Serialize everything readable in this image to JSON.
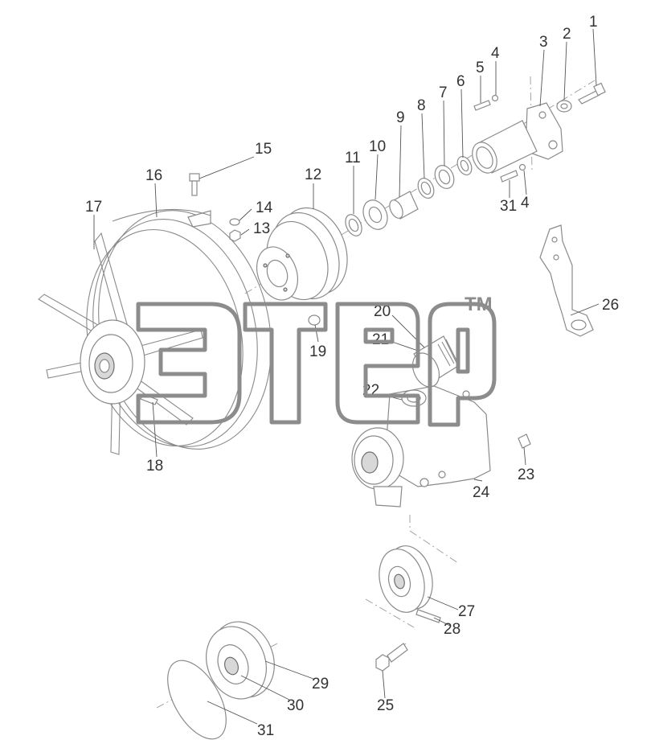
{
  "diagram": {
    "callouts": [
      {
        "id": "c1",
        "text": "1"
      },
      {
        "id": "c2",
        "text": "2"
      },
      {
        "id": "c3",
        "text": "3"
      },
      {
        "id": "c4a",
        "text": "4"
      },
      {
        "id": "c5",
        "text": "5"
      },
      {
        "id": "c6",
        "text": "6"
      },
      {
        "id": "c7",
        "text": "7"
      },
      {
        "id": "c8",
        "text": "8"
      },
      {
        "id": "c9",
        "text": "9"
      },
      {
        "id": "c10",
        "text": "10"
      },
      {
        "id": "c11",
        "text": "11"
      },
      {
        "id": "c12",
        "text": "12"
      },
      {
        "id": "c13",
        "text": "13"
      },
      {
        "id": "c14",
        "text": "14"
      },
      {
        "id": "c15",
        "text": "15"
      },
      {
        "id": "c16",
        "text": "16"
      },
      {
        "id": "c17",
        "text": "17"
      },
      {
        "id": "c18",
        "text": "18"
      },
      {
        "id": "c19",
        "text": "19"
      },
      {
        "id": "c20",
        "text": "20"
      },
      {
        "id": "c21",
        "text": "21"
      },
      {
        "id": "c22",
        "text": "22"
      },
      {
        "id": "c23",
        "text": "23"
      },
      {
        "id": "c24",
        "text": "24"
      },
      {
        "id": "c25",
        "text": "25"
      },
      {
        "id": "c26",
        "text": "26"
      },
      {
        "id": "c27",
        "text": "27"
      },
      {
        "id": "c28",
        "text": "28"
      },
      {
        "id": "c29",
        "text": "29"
      },
      {
        "id": "c30",
        "text": "30"
      },
      {
        "id": "c31a",
        "text": "31"
      },
      {
        "id": "c4b",
        "text": "4"
      },
      {
        "id": "c31b",
        "text": "31"
      }
    ]
  },
  "watermark": {
    "brand": "Этер",
    "tm": "TM"
  }
}
